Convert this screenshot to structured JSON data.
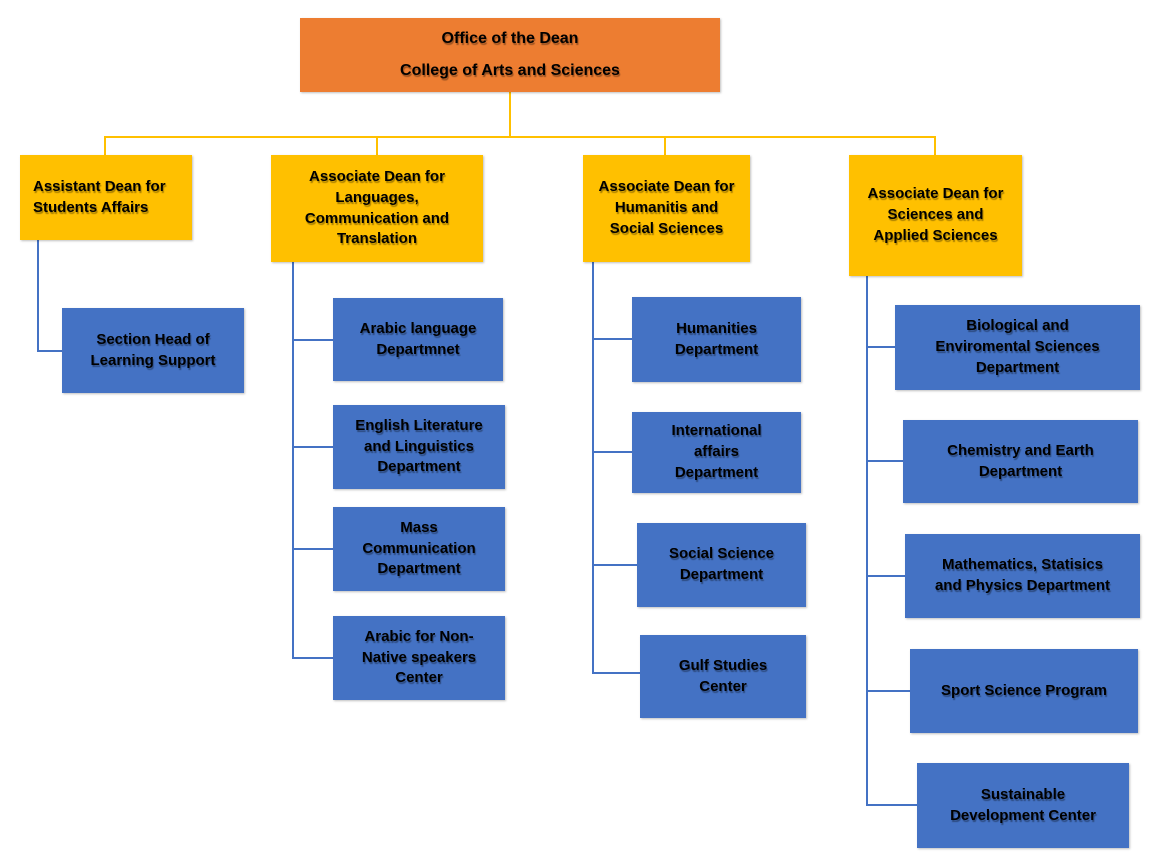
{
  "colors": {
    "root_fill": "#ED7D31",
    "dean_fill": "#FFC000",
    "dept_fill": "#4472C4",
    "gold_line": "#FFC000",
    "blue_line": "#4472C4",
    "text": "#000000"
  },
  "root": {
    "line1": "Office of the Dean",
    "line2": "College of Arts and Sciences"
  },
  "branches": [
    {
      "label": "Assistant Dean for\nStudents Affairs",
      "children": [
        "Section Head of\nLearning Support"
      ]
    },
    {
      "label": "Associate Dean for\nLanguages,\nCommunication and\nTranslation",
      "children": [
        "Arabic language\nDepartmnet",
        "English Literature\nand Linguistics\nDepartment",
        "Mass\nCommunication\nDepartment",
        "Arabic for Non-\nNative speakers\nCenter"
      ]
    },
    {
      "label": "Associate Dean for\nHumanitis and\nSocial Sciences",
      "children": [
        "Humanities\nDepartment",
        "International\naffairs\nDepartment",
        "Social Science\nDepartment",
        "Gulf Studies\nCenter"
      ]
    },
    {
      "label": "Associate Dean for\nSciences and\nApplied Sciences",
      "children": [
        "Biological and\nEnviromental Sciences\nDepartment",
        "Chemistry and Earth\nDepartment",
        "Mathematics, Statisics\nand Physics Department",
        "Sport Science Program",
        "Sustainable\nDevelopment Center"
      ]
    }
  ]
}
